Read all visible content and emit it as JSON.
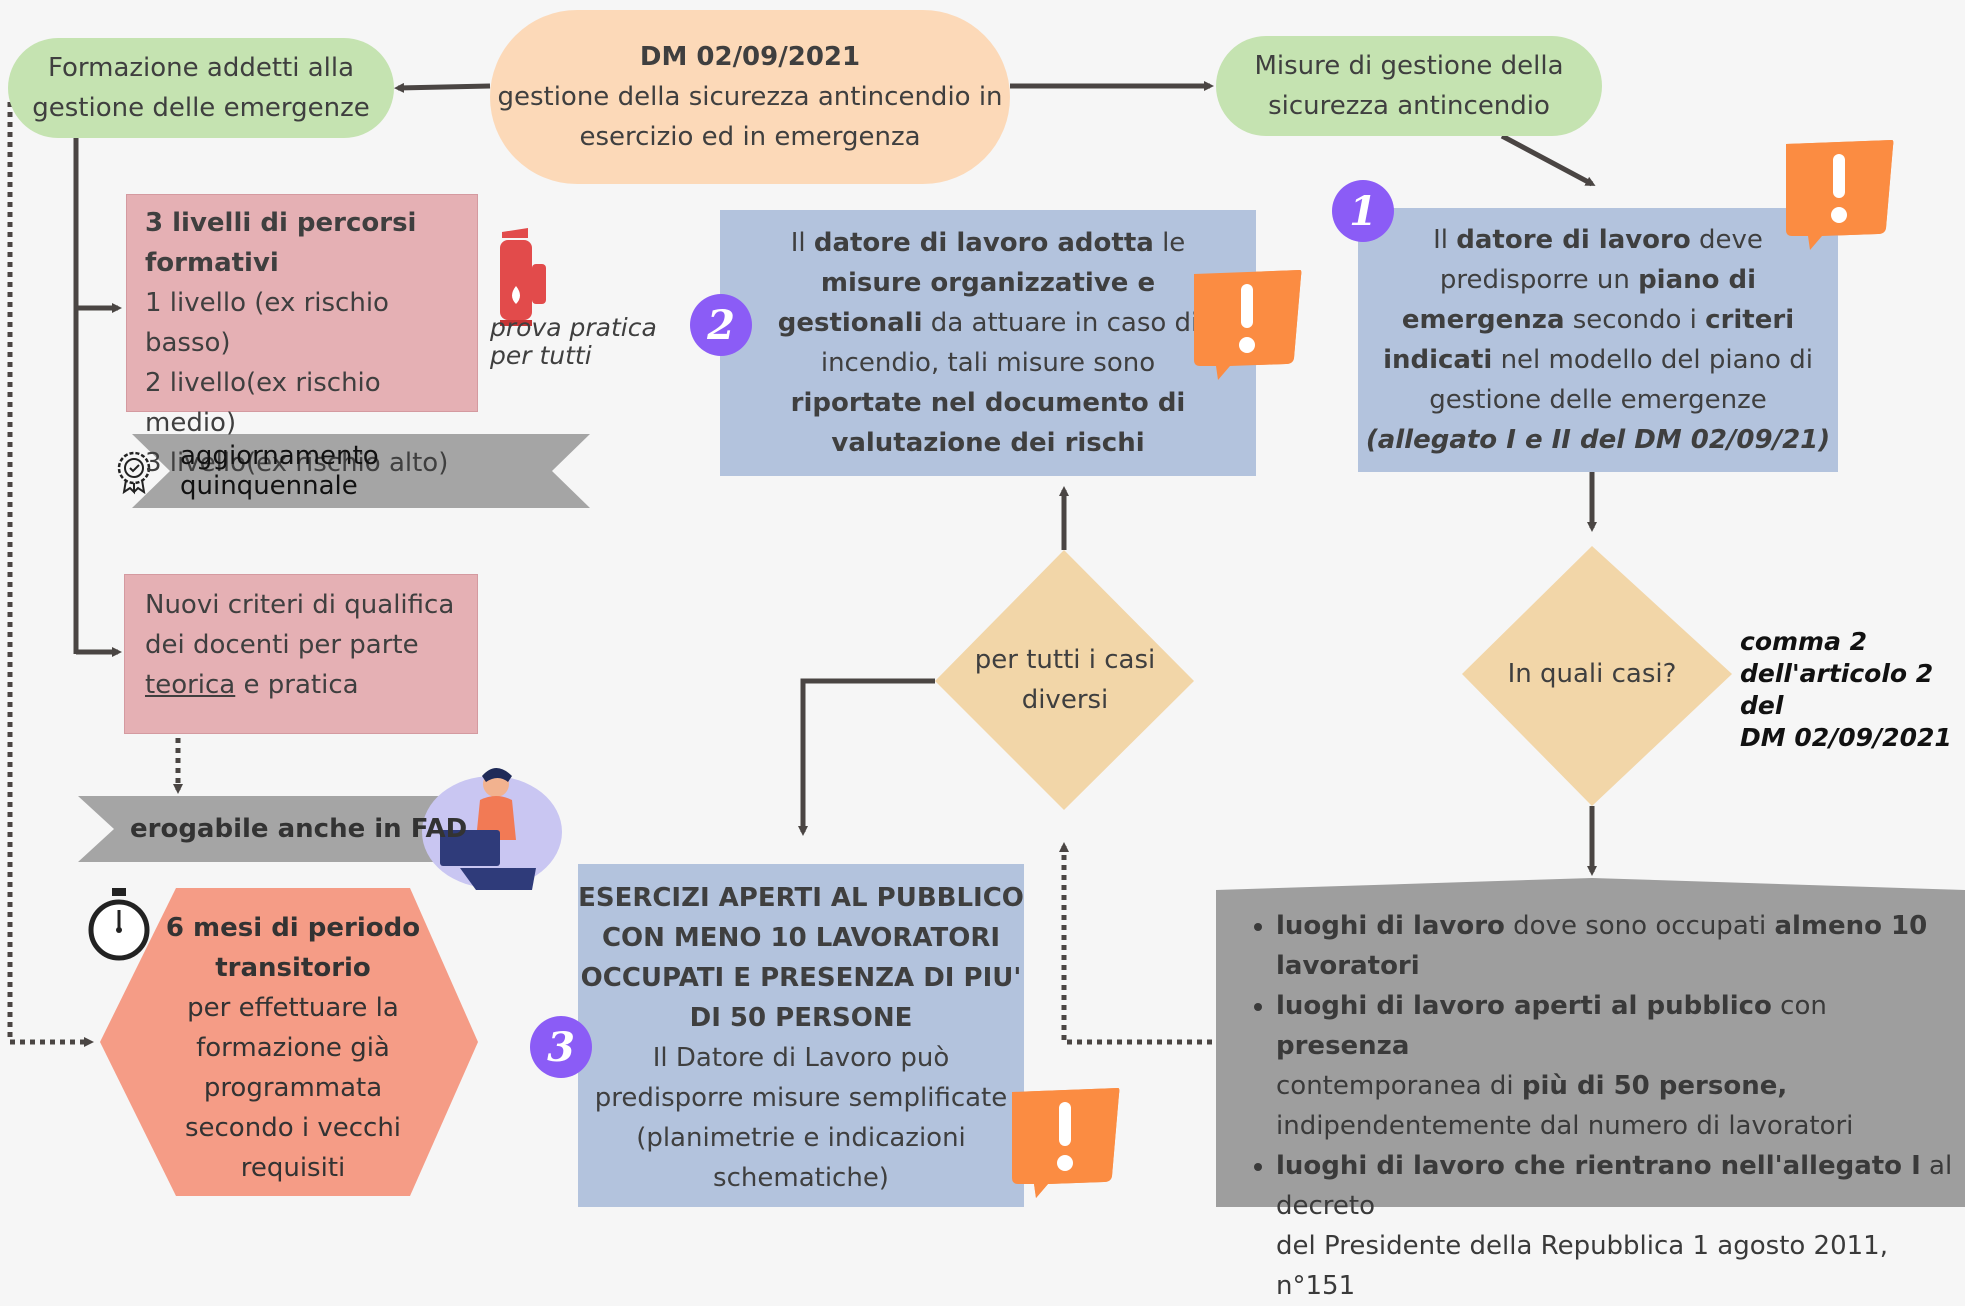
{
  "top_center": {
    "title": "DM 02/09/2021",
    "line1": "gestione della sicurezza antincendio in",
    "line2": "esercizio ed in emergenza"
  },
  "top_left": {
    "line1": "Formazione addetti alla",
    "line2": "gestione delle emergenze"
  },
  "top_right": {
    "line1": "Misure di gestione della",
    "line2": "sicurezza antincendio"
  },
  "levels_box": {
    "title1": "3 livelli di percorsi",
    "title2": "formativi",
    "items": [
      "1 livello (ex rischio basso)",
      "2 livello(ex rischio medio)",
      "3 livello(ex rischio alto)"
    ],
    "note1": "prova pratica",
    "note2": "per tutti"
  },
  "update_ribbon": "aggiornamento quinquennale",
  "teachers_box": {
    "line1": "Nuovi criteri di qualifica",
    "line2": "dei docenti per parte",
    "underlined": "teorica",
    "rest": " e pratica"
  },
  "fad_ribbon": "erogabile anche in FAD",
  "transition": {
    "bold1": "6 mesi di periodo",
    "bold2": "transitorio",
    "lines": [
      "per effettuare la",
      "formazione già",
      "programmata",
      "secondo i vecchi",
      "requisiti"
    ]
  },
  "box2": {
    "number": "2",
    "l1a": "Il ",
    "l1b": "datore di lavoro adotta",
    "l1c": " le",
    "l2": "misure organizzative e",
    "l3a": "gestionali",
    "l3b": " da attuare in caso di",
    "l4": "incendio, tali misure sono",
    "l5": "riportate nel documento di",
    "l6": "valutazione dei rischi"
  },
  "box1": {
    "number": "1",
    "l1a": "Il ",
    "l1b": "datore di lavoro",
    "l1c": " deve",
    "l2a": "predisporre  un ",
    "l2b": "piano di",
    "l3a": "emergenza",
    "l3b": " secondo i ",
    "l3c": "criteri",
    "l4a": "indicati",
    "l4b": " nel modello del piano di",
    "l5": "gestione delle emergenze",
    "l6": "(allegato I e II del DM 02/09/21)"
  },
  "diamond_center": {
    "line1": "per tutti i casi",
    "line2": "diversi"
  },
  "diamond_right": {
    "label": "In quali casi?"
  },
  "comma_note": {
    "line1": "comma 2",
    "line2": "dell'articolo 2 del",
    "line3": "DM 02/09/2021"
  },
  "box3": {
    "number": "3",
    "bold_lines": [
      "ESERCIZI APERTI AL PUBBLICO",
      "CON MENO 10 LAVORATORI",
      "OCCUPATI E PRESENZA DI PIU'",
      "DI 50 PERSONE"
    ],
    "lines": [
      "Il Datore di Lavoro può",
      "predisporre misure semplificate",
      "(planimetrie e indicazioni",
      "schematiche)"
    ]
  },
  "gray_list": {
    "i1a": "luoghi di lavoro",
    "i1b": " dove sono occupati ",
    "i1c": "almeno  10",
    "i1d": "lavoratori",
    "i2a": " luoghi di lavoro aperti al pubblico",
    "i2b": " con ",
    "i2c": "presenza",
    "i2d": "contemporanea di ",
    "i2e": "più di 50 persone,",
    "i2f": "indipendentemente dal numero di lavoratori",
    "i3a": "luoghi di lavoro che rientrano nell'allegato I",
    "i3b": " al decreto",
    "i3c": "del Presidente della Repubblica 1 agosto 2011, n°151"
  },
  "colors": {
    "pill_peach": "#fcd9b8",
    "pill_green": "#c5e3b1",
    "blue_box": "#b3c3dd",
    "pink_box": "#e5b0b4",
    "hexagon": "#f59c86",
    "diamond": "#f2d6a8",
    "gray_box": "#9e9e9e",
    "ribbon": "#a5a5a5",
    "badge": "#8b5cf6",
    "alert": "#fb8c42",
    "connector": "#4a4543"
  }
}
